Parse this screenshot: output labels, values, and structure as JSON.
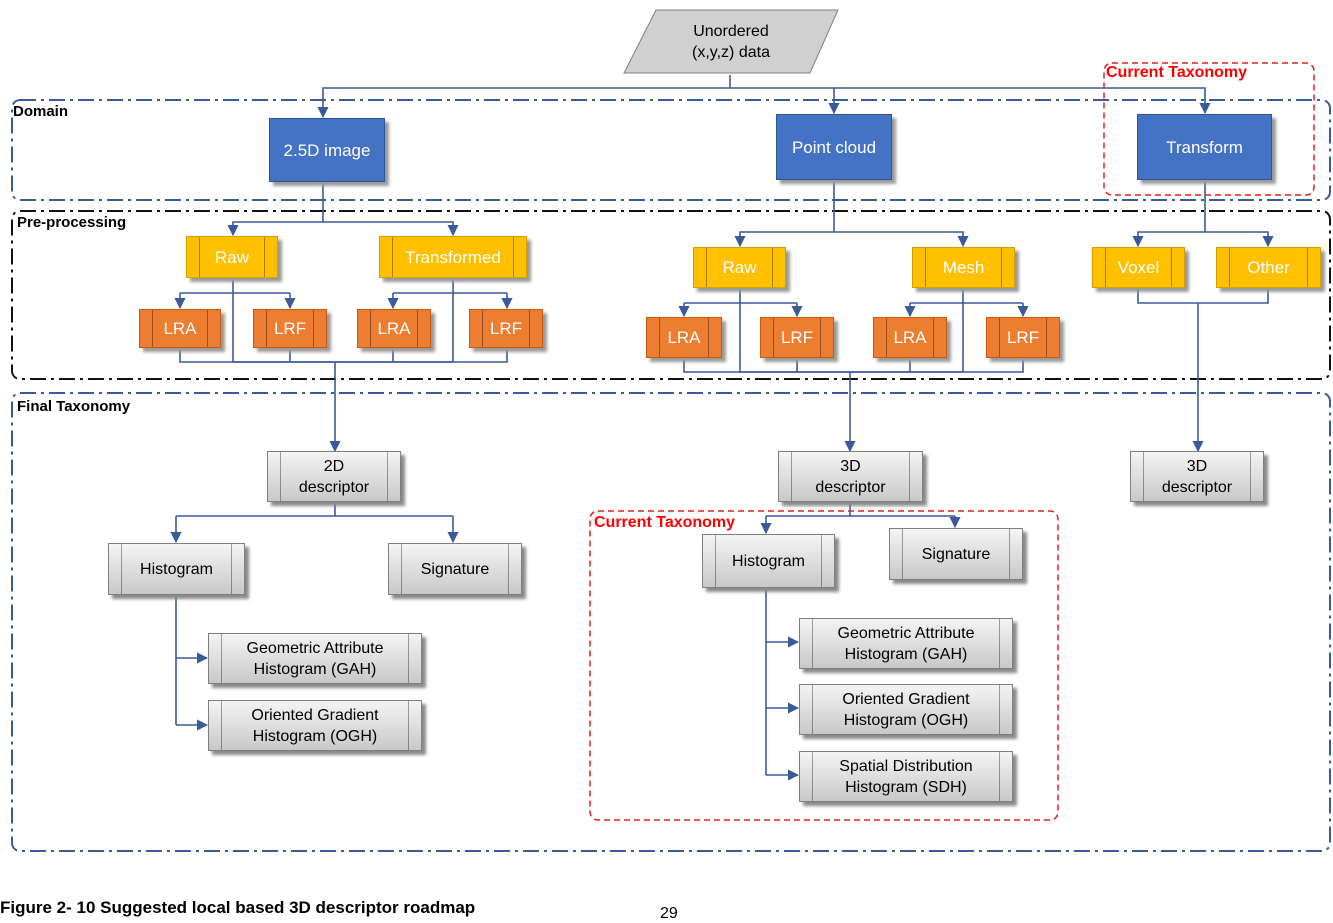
{
  "colors": {
    "domain_blue": "#4472c4",
    "preprocessing_yellow": "#ffc000",
    "reference_orange": "#ed7d31",
    "descriptor_gray": "#d9d9d9",
    "connector": "#3a5a9c",
    "highlight_red": "#ff0000"
  },
  "sections": {
    "domain": "Domain",
    "preprocessing": "Pre-processing",
    "final": "Final Taxonomy"
  },
  "highlights": {
    "top": "Current Taxonomy",
    "bottom": "Current Taxonomy"
  },
  "nodes": {
    "input": "Unordered\n(x,y,z) data",
    "img25d": "2.5D image",
    "pointcloud": "Point cloud",
    "transform": "Transform",
    "img_raw": "Raw",
    "img_transformed": "Transformed",
    "pc_raw": "Raw",
    "pc_mesh": "Mesh",
    "tr_voxel": "Voxel",
    "tr_other": "Other",
    "lra_1": "LRA",
    "lrf_1": "LRF",
    "lra_2": "LRA",
    "lrf_2": "LRF",
    "lra_3": "LRA",
    "lrf_3": "LRF",
    "lra_4": "LRA",
    "lrf_4": "LRF",
    "desc_2d": "2D\ndescriptor",
    "desc_3d_pc": "3D\ndescriptor",
    "desc_3d_tr": "3D\ndescriptor",
    "hist_2d": "Histogram",
    "sig_2d": "Signature",
    "gah_2d": "Geometric Attribute\nHistogram (GAH)",
    "ogh_2d": "Oriented Gradient\nHistogram (OGH)",
    "hist_3d": "Histogram",
    "sig_3d": "Signature",
    "gah_3d": "Geometric Attribute\nHistogram (GAH)",
    "ogh_3d": "Oriented Gradient\nHistogram (OGH)",
    "sdh_3d": "Spatial Distribution\nHistogram (SDH)"
  },
  "caption": "Figure 2- 10 Suggested local based 3D descriptor roadmap",
  "page_number": "29"
}
